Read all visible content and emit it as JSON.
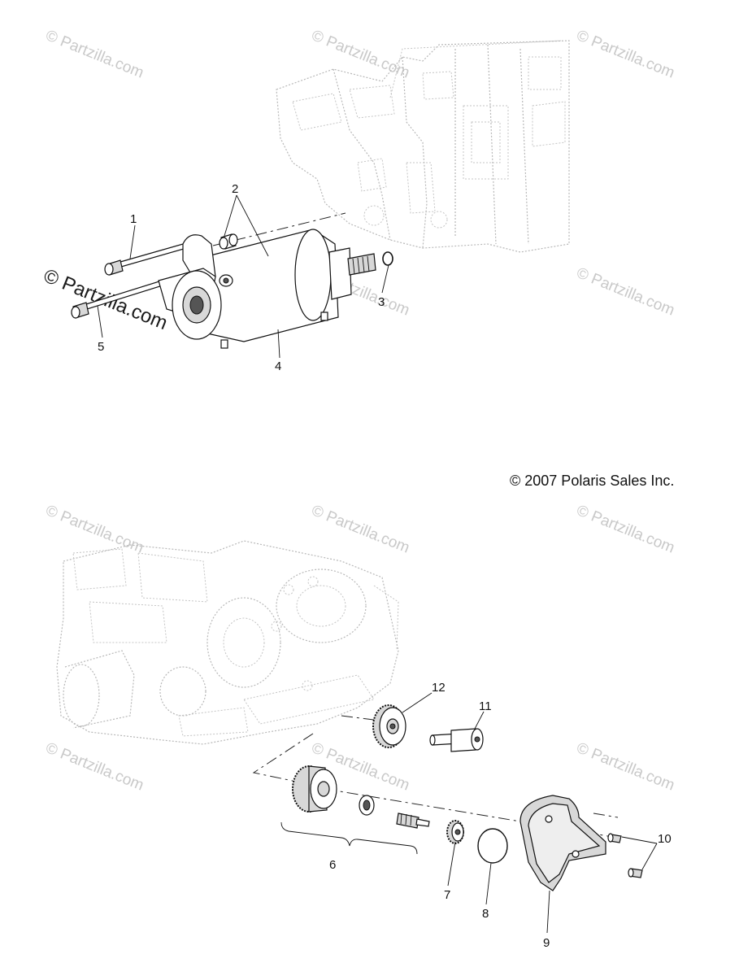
{
  "copyright": "© 2007 Polaris Sales Inc.",
  "watermark": "© Partzilla.com",
  "watermark_featured": "© Partzilla.com",
  "callouts": {
    "c1": "1",
    "c2": "2",
    "c3": "3",
    "c4": "4",
    "c5": "5",
    "c6": "6",
    "c7": "7",
    "c8": "8",
    "c9": "9",
    "c10": "10",
    "c11": "11",
    "c12": "12"
  }
}
